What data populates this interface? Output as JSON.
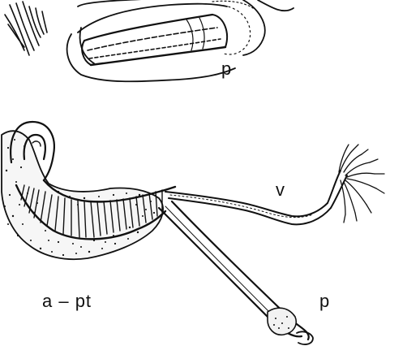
{
  "labels": {
    "p_top": "p",
    "v": "v",
    "a_pt": "a – pt",
    "p_bottom": "p"
  },
  "colors": {
    "ink": "#111111",
    "background": "#ffffff"
  }
}
